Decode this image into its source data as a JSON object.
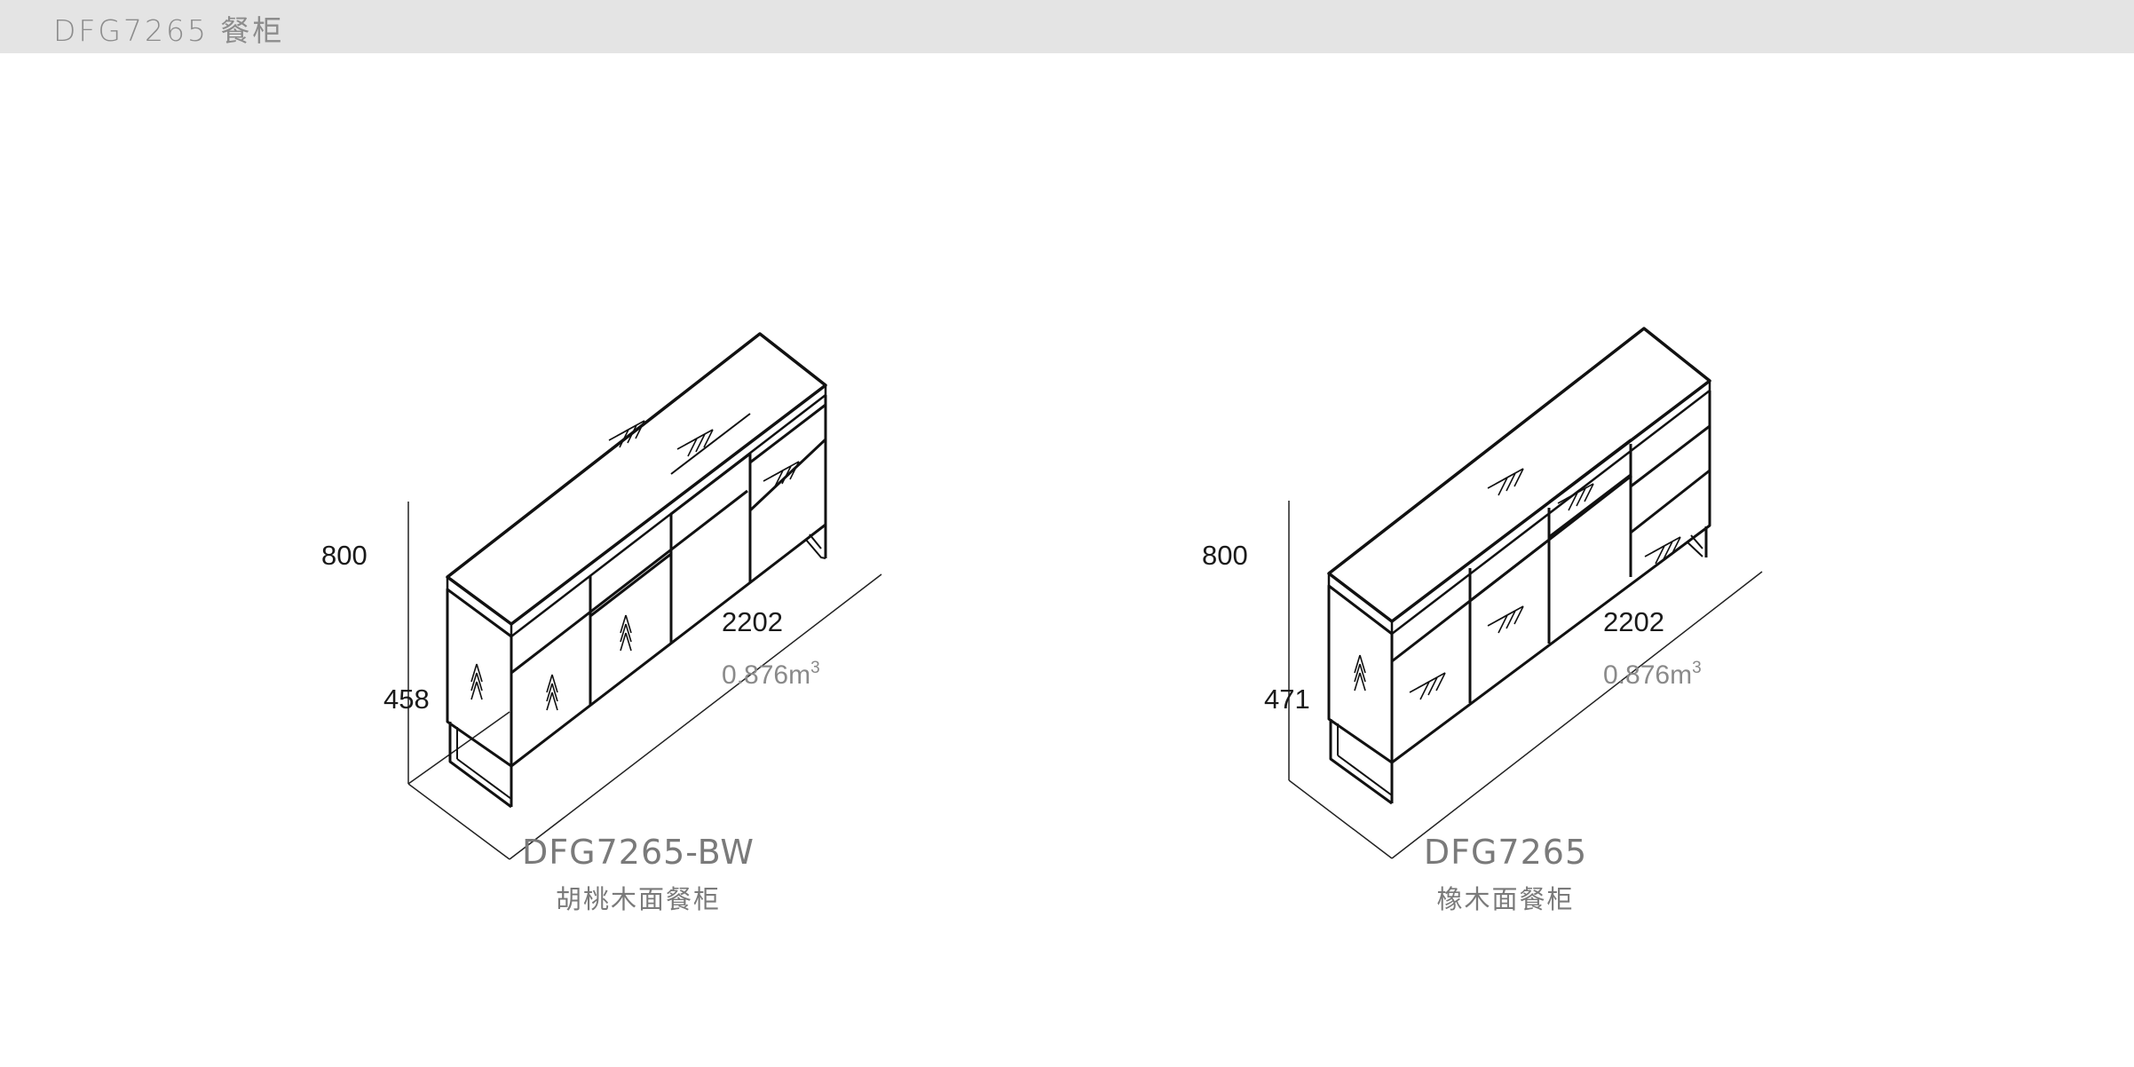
{
  "header": {
    "title": "DFG7265 餐柜",
    "background": "#e4e4e4"
  },
  "products": [
    {
      "model": "DFG7265-BW",
      "description": "胡桃木面餐柜",
      "dimensions": {
        "height": "800",
        "depth": "458",
        "width": "2202"
      },
      "volume": "0.876m",
      "volume_unit_sup": "3"
    },
    {
      "model": "DFG7265",
      "description": "橡木面餐柜",
      "dimensions": {
        "height": "800",
        "depth": "471",
        "width": "2202"
      },
      "volume": "0.876m",
      "volume_unit_sup": "3"
    }
  ]
}
